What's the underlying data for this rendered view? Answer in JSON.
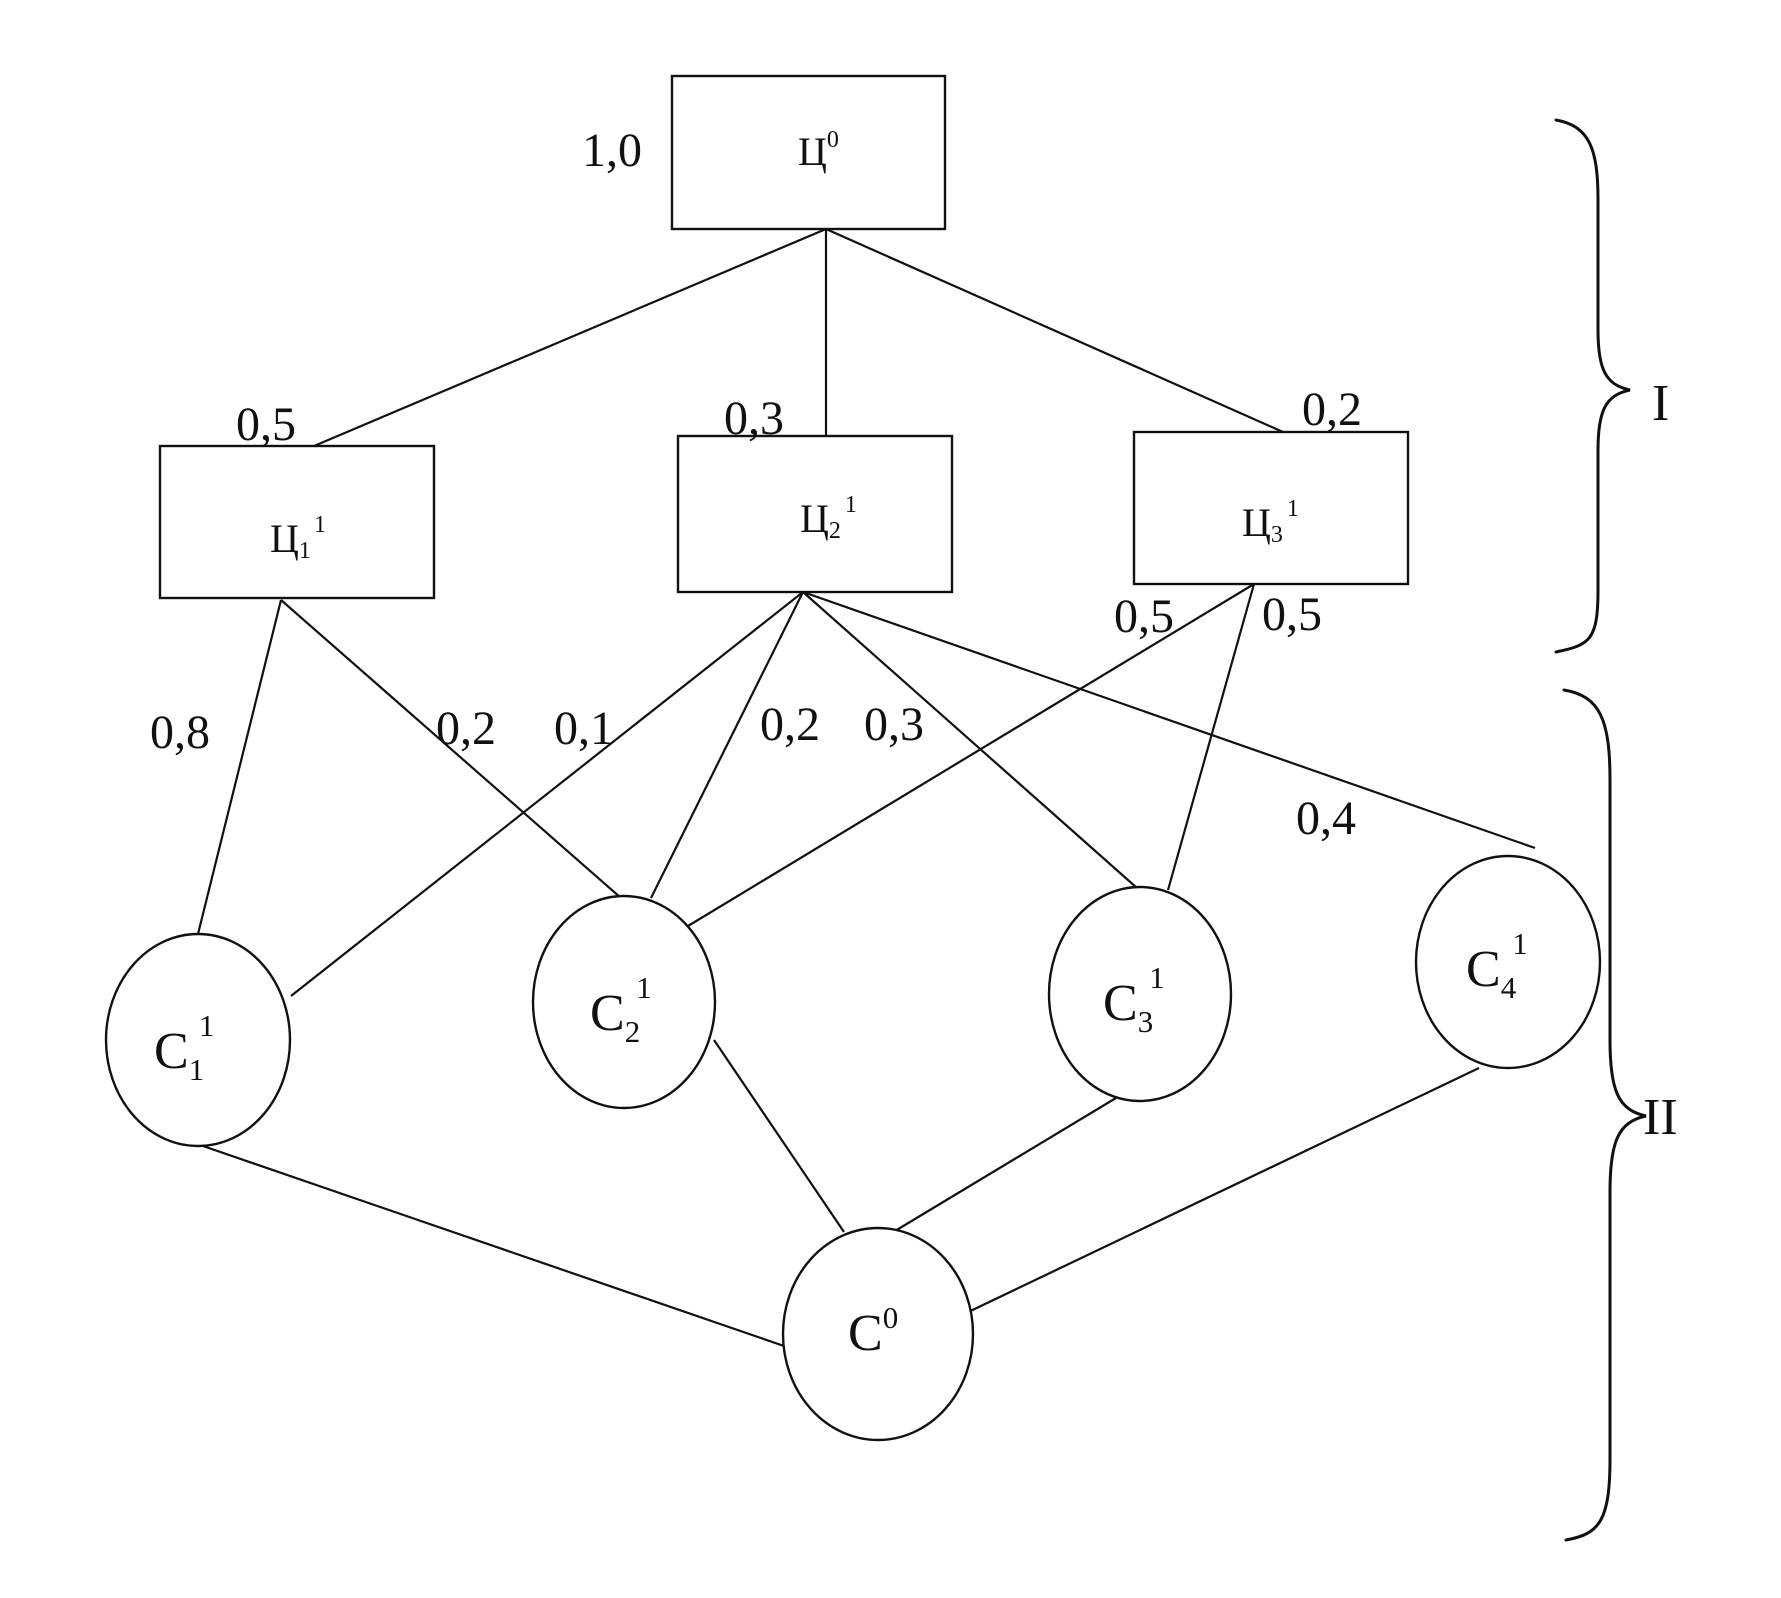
{
  "goals": {
    "root": {
      "base": "Ц",
      "sup": "0",
      "weight": "1,0"
    },
    "g1": {
      "base": "Ц",
      "sub": "1",
      "sup": "1",
      "weight": "0,5"
    },
    "g2": {
      "base": "Ц",
      "sub": "2",
      "sup": "1",
      "weight": "0,3"
    },
    "g3": {
      "base": "Ц",
      "sub": "3",
      "sup": "1",
      "weight": "0,2"
    }
  },
  "means": {
    "c1": {
      "base": "C",
      "sub": "1",
      "sup": "1"
    },
    "c2": {
      "base": "C",
      "sub": "2",
      "sup": "1"
    },
    "c3": {
      "base": "C",
      "sub": "3",
      "sup": "1"
    },
    "c4": {
      "base": "C",
      "sub": "4",
      "sup": "1"
    },
    "c0": {
      "base": "C",
      "sup": "0"
    }
  },
  "edge_weights": {
    "g1_c1": "0,8",
    "g1_c2": "0,2",
    "g2_c1": "0,1",
    "g2_c2": "0,2",
    "g2_c3": "0,3",
    "g2_c4": "0,4",
    "g3_c2": "0,5",
    "g3_c3": "0,5"
  },
  "levels": {
    "first": "I",
    "second": "II"
  }
}
